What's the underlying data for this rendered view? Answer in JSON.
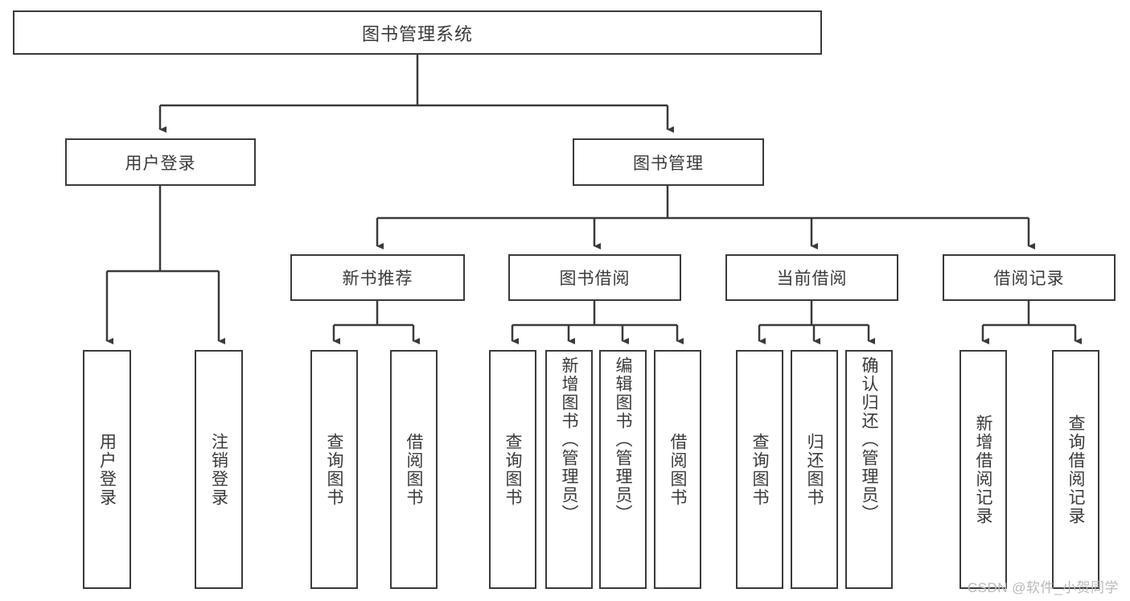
{
  "diagram": {
    "title": "图书管理系统",
    "type": "hierarchy-tree",
    "root": {
      "id": "root",
      "label": "图书管理系统"
    },
    "level2": [
      {
        "id": "user-login",
        "label": "用户登录"
      },
      {
        "id": "book-management",
        "label": "图书管理"
      }
    ],
    "level3": [
      {
        "id": "new-book-recommend",
        "label": "新书推荐",
        "parent": "book-management"
      },
      {
        "id": "book-borrow",
        "label": "图书借阅",
        "parent": "book-management"
      },
      {
        "id": "current-borrow",
        "label": "当前借阅",
        "parent": "book-management"
      },
      {
        "id": "borrow-record",
        "label": "借阅记录",
        "parent": "book-management"
      }
    ],
    "leaves": {
      "user_login": [
        {
          "id": "leaf-user-login",
          "label": "用户登录"
        },
        {
          "id": "leaf-user-logout",
          "label": "注销登录"
        }
      ],
      "new_book_recommend": [
        {
          "id": "leaf-query-book-1",
          "label": "查询图书"
        },
        {
          "id": "leaf-borrow-book-1",
          "label": "借阅图书"
        }
      ],
      "book_borrow": [
        {
          "id": "leaf-query-book-2",
          "label": "查询图书"
        },
        {
          "id": "leaf-add-book",
          "label": "新增图书（管理员）"
        },
        {
          "id": "leaf-edit-book",
          "label": "编辑图书（管理员）"
        },
        {
          "id": "leaf-borrow-book-2",
          "label": "借阅图书"
        }
      ],
      "current_borrow": [
        {
          "id": "leaf-query-book-3",
          "label": "查询图书"
        },
        {
          "id": "leaf-return-book",
          "label": "归还图书"
        },
        {
          "id": "leaf-confirm-return",
          "label": "确认归还（管理员）"
        }
      ],
      "borrow_record": [
        {
          "id": "leaf-add-record",
          "label": "新增借阅记录"
        },
        {
          "id": "leaf-query-record",
          "label": "查询借阅记录"
        }
      ]
    }
  },
  "watermark": {
    "text": "CSDN @软件_小贺同学"
  },
  "colors": {
    "background": "#ffffff",
    "border": "#3a3a3a",
    "text": "#3a3a3a",
    "watermark": "#b9b9b9"
  }
}
